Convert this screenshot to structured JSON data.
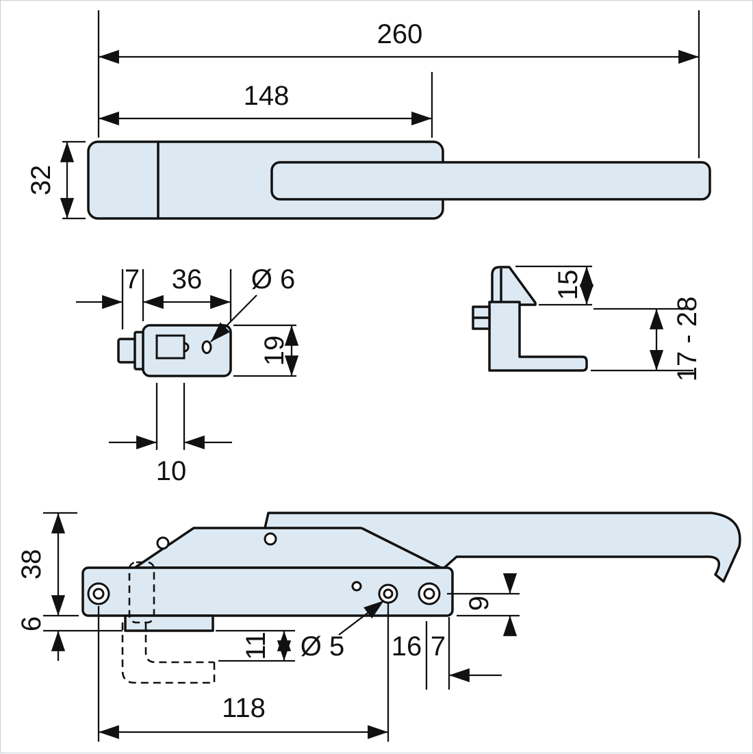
{
  "drawing": {
    "background": "#ffffff",
    "part_fill": "#dde9f2",
    "line_color": "#111111",
    "top_view": {
      "overall_length": "260",
      "slide_length": "148",
      "height": "32"
    },
    "plate_view": {
      "flange_width": "7",
      "body_width": "36",
      "hole_dia": "Ø 6",
      "height": "19",
      "slot_width": "10"
    },
    "keeper_view": {
      "head_height": "15",
      "adjust_range": "17 - 28"
    },
    "side_view": {
      "overall_height": "38",
      "base_height": "6",
      "step_depth": "11",
      "hole_dia": "Ø 5",
      "spacing_a": "16",
      "spacing_b": "7",
      "edge_distance": "9",
      "mount_spacing": "118"
    }
  }
}
